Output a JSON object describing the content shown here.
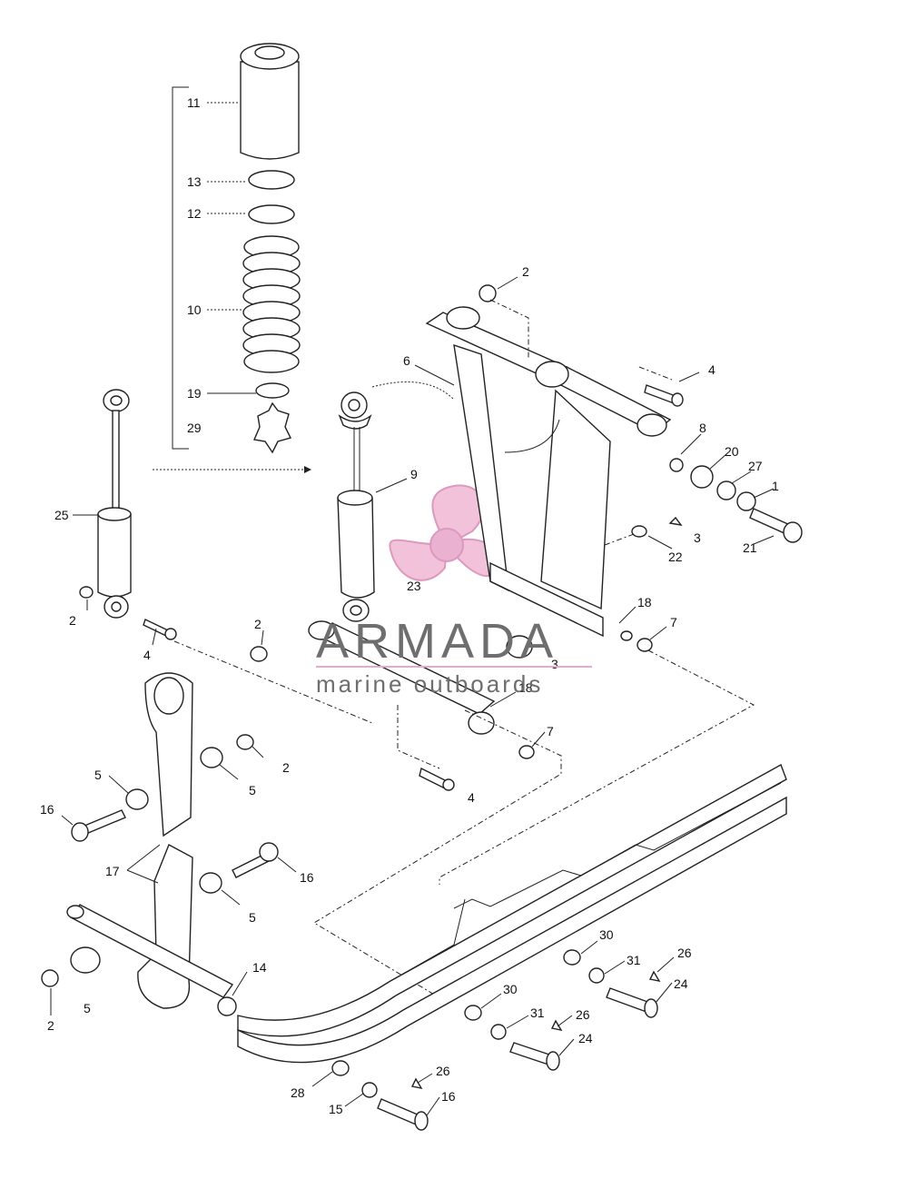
{
  "watermark": {
    "brand": "ARMADA",
    "tagline": "marine outboards",
    "logo_color": "#e9a9cc",
    "text_color": "#6e6e6e"
  },
  "callouts": [
    {
      "id": "11a",
      "text": "11"
    },
    {
      "id": "13a",
      "text": "13"
    },
    {
      "id": "12a",
      "text": "12"
    },
    {
      "id": "10a",
      "text": "10"
    },
    {
      "id": "19a",
      "text": "19"
    },
    {
      "id": "29a",
      "text": "29"
    },
    {
      "id": "25a",
      "text": "25"
    },
    {
      "id": "2a",
      "text": "2"
    },
    {
      "id": "4a",
      "text": "4"
    },
    {
      "id": "2b",
      "text": "2"
    },
    {
      "id": "9a",
      "text": "9"
    },
    {
      "id": "6a",
      "text": "6"
    },
    {
      "id": "2c",
      "text": "2"
    },
    {
      "id": "4b",
      "text": "4"
    },
    {
      "id": "8a",
      "text": "8"
    },
    {
      "id": "20a",
      "text": "20"
    },
    {
      "id": "27a",
      "text": "27"
    },
    {
      "id": "1a",
      "text": "1"
    },
    {
      "id": "21a",
      "text": "21"
    },
    {
      "id": "3a",
      "text": "3"
    },
    {
      "id": "22a",
      "text": "22"
    },
    {
      "id": "23a",
      "text": "23"
    },
    {
      "id": "18a",
      "text": "18"
    },
    {
      "id": "7a",
      "text": "7"
    },
    {
      "id": "3b",
      "text": "3"
    },
    {
      "id": "18b",
      "text": "18"
    },
    {
      "id": "7b",
      "text": "7"
    },
    {
      "id": "4c",
      "text": "4"
    },
    {
      "id": "2d",
      "text": "2"
    },
    {
      "id": "5a",
      "text": "5"
    },
    {
      "id": "5b",
      "text": "5"
    },
    {
      "id": "16a",
      "text": "16"
    },
    {
      "id": "17a",
      "text": "17"
    },
    {
      "id": "16b",
      "text": "16"
    },
    {
      "id": "5c",
      "text": "5"
    },
    {
      "id": "14a",
      "text": "14"
    },
    {
      "id": "2e",
      "text": "2"
    },
    {
      "id": "5d",
      "text": "5"
    },
    {
      "id": "30a",
      "text": "30"
    },
    {
      "id": "31a",
      "text": "31"
    },
    {
      "id": "26a",
      "text": "26"
    },
    {
      "id": "24a",
      "text": "24"
    },
    {
      "id": "30b",
      "text": "30"
    },
    {
      "id": "31b",
      "text": "31"
    },
    {
      "id": "26b",
      "text": "26"
    },
    {
      "id": "24b",
      "text": "24"
    },
    {
      "id": "28a",
      "text": "28"
    },
    {
      "id": "15a",
      "text": "15"
    },
    {
      "id": "26c",
      "text": "26"
    },
    {
      "id": "16c",
      "text": "16"
    }
  ]
}
